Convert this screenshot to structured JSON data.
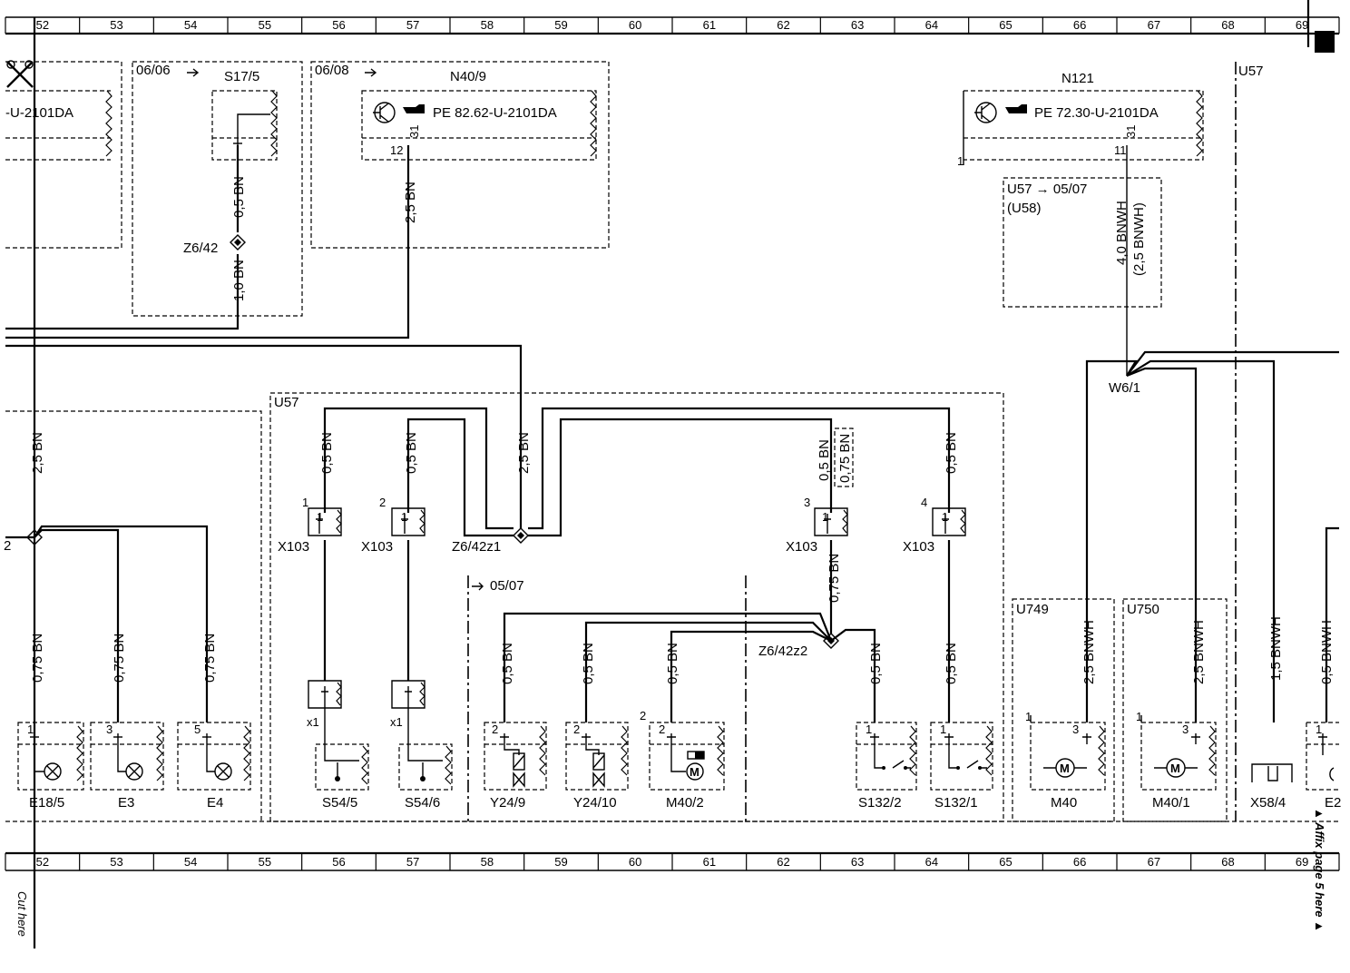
{
  "grid_top": [
    "52",
    "53",
    "54",
    "55",
    "56",
    "57",
    "58",
    "59",
    "60",
    "61",
    "62",
    "63",
    "64",
    "65",
    "66",
    "67",
    "68",
    "69"
  ],
  "grid_bottom": [
    "52",
    "53",
    "54",
    "55",
    "56",
    "57",
    "58",
    "59",
    "60",
    "61",
    "62",
    "63",
    "64",
    "65",
    "66",
    "67",
    "68",
    "69"
  ],
  "margin_text": {
    "cut_here": "Cut here",
    "affix": "▲ Affix page 5 here ▲"
  },
  "units": {
    "u_left": "-U-2101DA",
    "s175_ref": "06/06",
    "s175": "S17/5",
    "n409_ref": "06/08",
    "n409": "N40/9",
    "n409_pe": "PE 82.62-U-2101DA",
    "n121": "N121",
    "n121_pe": "PE 72.30-U-2101DA",
    "u57_right": "U57",
    "u57_inner": "U57 → 05/07",
    "u58": "(U58)",
    "u57_box": "U57",
    "ref_0507": "05/07",
    "u749": "U749",
    "u750": "U750"
  },
  "pins": {
    "p31a": "31",
    "p12": "12",
    "p31b": "31",
    "p11": "11",
    "p1n": "1",
    "x1": "1",
    "x2": "2",
    "x3": "3",
    "x4": "4",
    "b1": "1",
    "b3": "3",
    "b5": "5",
    "y2a": "2",
    "y2b": "2",
    "m2o": "2",
    "m2": "2",
    "s1a": "1",
    "s1b": "1",
    "m1": "1",
    "m3": "3",
    "mm1": "1",
    "mm3": "3",
    "lp2": "2",
    "k1": "1",
    "k2": "1",
    "k3": "1",
    "k4": "1",
    "x1a": "x1",
    "x1b": "x1"
  },
  "wires": {
    "w1": "0,5 BN",
    "w2": "1,0 BN",
    "w3": "2,5 BN",
    "w4": "4,0 BNWH",
    "w4b": "(2,5 BNWH)",
    "w5": "2,5 BN",
    "w6": "0,5 BN",
    "w7": "0,5 BN",
    "w8": "2,5 BN",
    "w9": "0,5 BN",
    "w9b": "0,75 BN",
    "w10": "0,5 BN",
    "w11": "0,75 BN",
    "w12": "0,75 BN",
    "w13": "0,75 BN",
    "w14": "0,75 BN",
    "w15": "0,5 BN",
    "w16": "0,5 BN",
    "w17": "0,5 BN",
    "w18": "0,5 BN",
    "w19": "0,5 BN",
    "w20": "2,5 BNWH",
    "w21": "2,5 BNWH",
    "w22": "1,5 BNWH",
    "w23": "0,5 BNWH"
  },
  "components": {
    "z642": "Z6/42",
    "z642z1": "Z6/42z1",
    "z642z2": "Z6/42z2",
    "w61": "W6/1",
    "x103a": "X103",
    "x103b": "X103",
    "x103c": "X103",
    "x103d": "X103",
    "e185": "E18/5",
    "e3": "E3",
    "e4": "E4",
    "s545": "S54/5",
    "s546": "S54/6",
    "y249": "Y24/9",
    "y2410": "Y24/10",
    "m402": "M40/2",
    "s1322": "S132/2",
    "s1321": "S132/1",
    "m40": "M40",
    "m401": "M40/1",
    "x584": "X58/4",
    "e_cut": "E2"
  }
}
